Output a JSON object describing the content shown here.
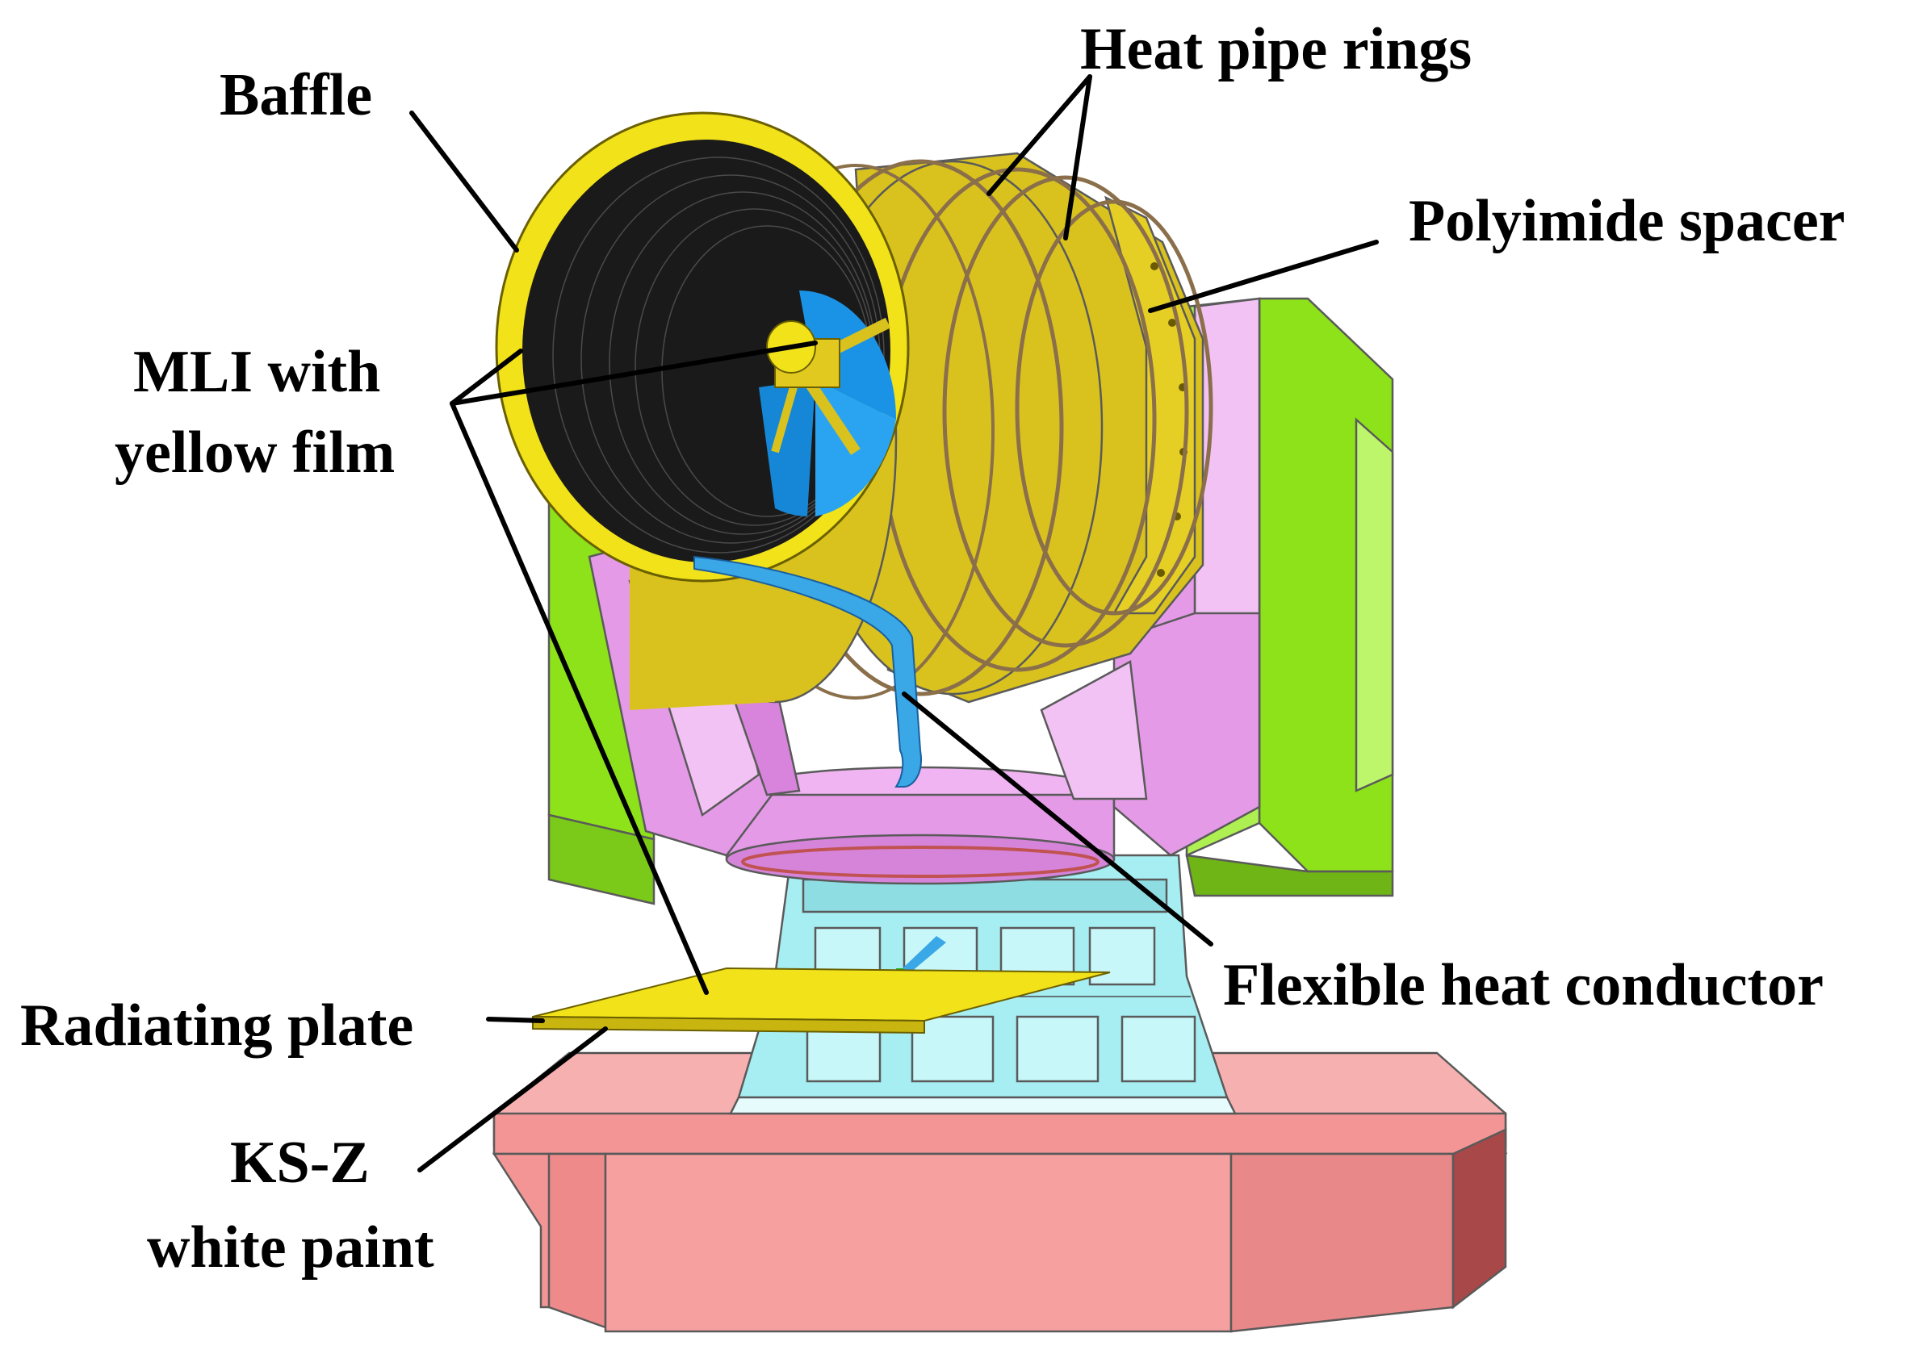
{
  "labels": {
    "baffle": "Baffle",
    "heat_pipe_rings": "Heat pipe rings",
    "polyimide_spacer": "Polyimide spacer",
    "mli_line1": "MLI with",
    "mli_line2": "yellow film",
    "flexible_heat_conductor": "Flexible heat conductor",
    "radiating_plate": "Radiating plate",
    "ks_z_line1": "KS-Z",
    "ks_z_line2": "white paint"
  },
  "colors": {
    "baffle_yellow": "#f2e21a",
    "tube_yellow": "#d9c21e",
    "bracket_green": "#8ee21a",
    "yoke_pink": "#e59ae8",
    "base_cyan": "#a6eef2",
    "platform_red": "#f39595",
    "blue_optics": "#1a93e6",
    "interior_black": "#1a1a1a"
  },
  "icons": [
    "telescope-baffle-icon",
    "heat-pipe-ring-icon",
    "radiating-plate-icon"
  ]
}
